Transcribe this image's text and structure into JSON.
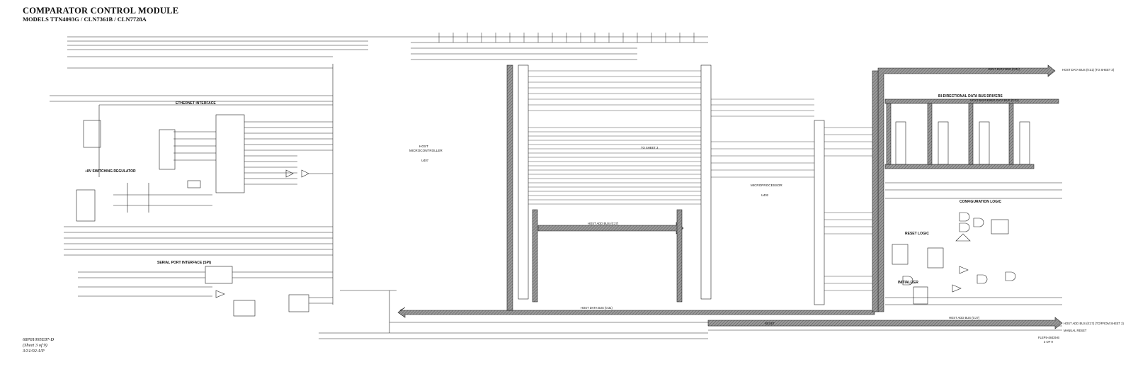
{
  "header": {
    "title": "COMPARATOR CONTROL MODULE",
    "models": "MODELS TTN4093G / CLN7361B / CLN7728A"
  },
  "footer": {
    "doc_number": "68P81095E87-D",
    "sheet": "(Sheet 3 of 9)",
    "date": "3/31/02-UP"
  },
  "blocks": {
    "ethernet": "ETHERNET INTERFACE",
    "switching_reg": "+8V SWITCHING REGULATOR",
    "serial_port": "SERIAL PORT INTERFACE (SPI)",
    "host_mcu_1": "HOST",
    "host_mcu_2": "MICROCONTROLLER",
    "host_mcu_ref": "U407",
    "microprocessor": "MICROPROCESSOR",
    "microprocessor_ref": "U402",
    "bidir_drivers": "BI-DIRECTIONAL DATA BUS DRIVERS",
    "config_logic": "CONFIGURATION LOGIC",
    "reset_logic": "RESET LOGIC",
    "initializer": "INITIALIZER"
  },
  "signals": {
    "host_data_bus": "HOST DATA BUS (0:31)",
    "host_addr_bus": "HOST ADD BUS (0:27)",
    "host_buffered_data": "HOST BUFFERED DATA BUS (0:31)",
    "host_data_bus_short": "HOST DATA BUS (0:31)",
    "to_sheet_3": "TO SHEET 3",
    "host_data_right": "HOST DATA BUS (0:31) (TO SHEET 3)",
    "host_add_right": "HOST ADD BUS (0:27) (TO/FROM SHEET 2)",
    "manual_reset": "MANUAL RESET",
    "reset": "RESET",
    "part_ref": "FLEP5-48435-B",
    "part_sheet": "3 OF 9"
  }
}
